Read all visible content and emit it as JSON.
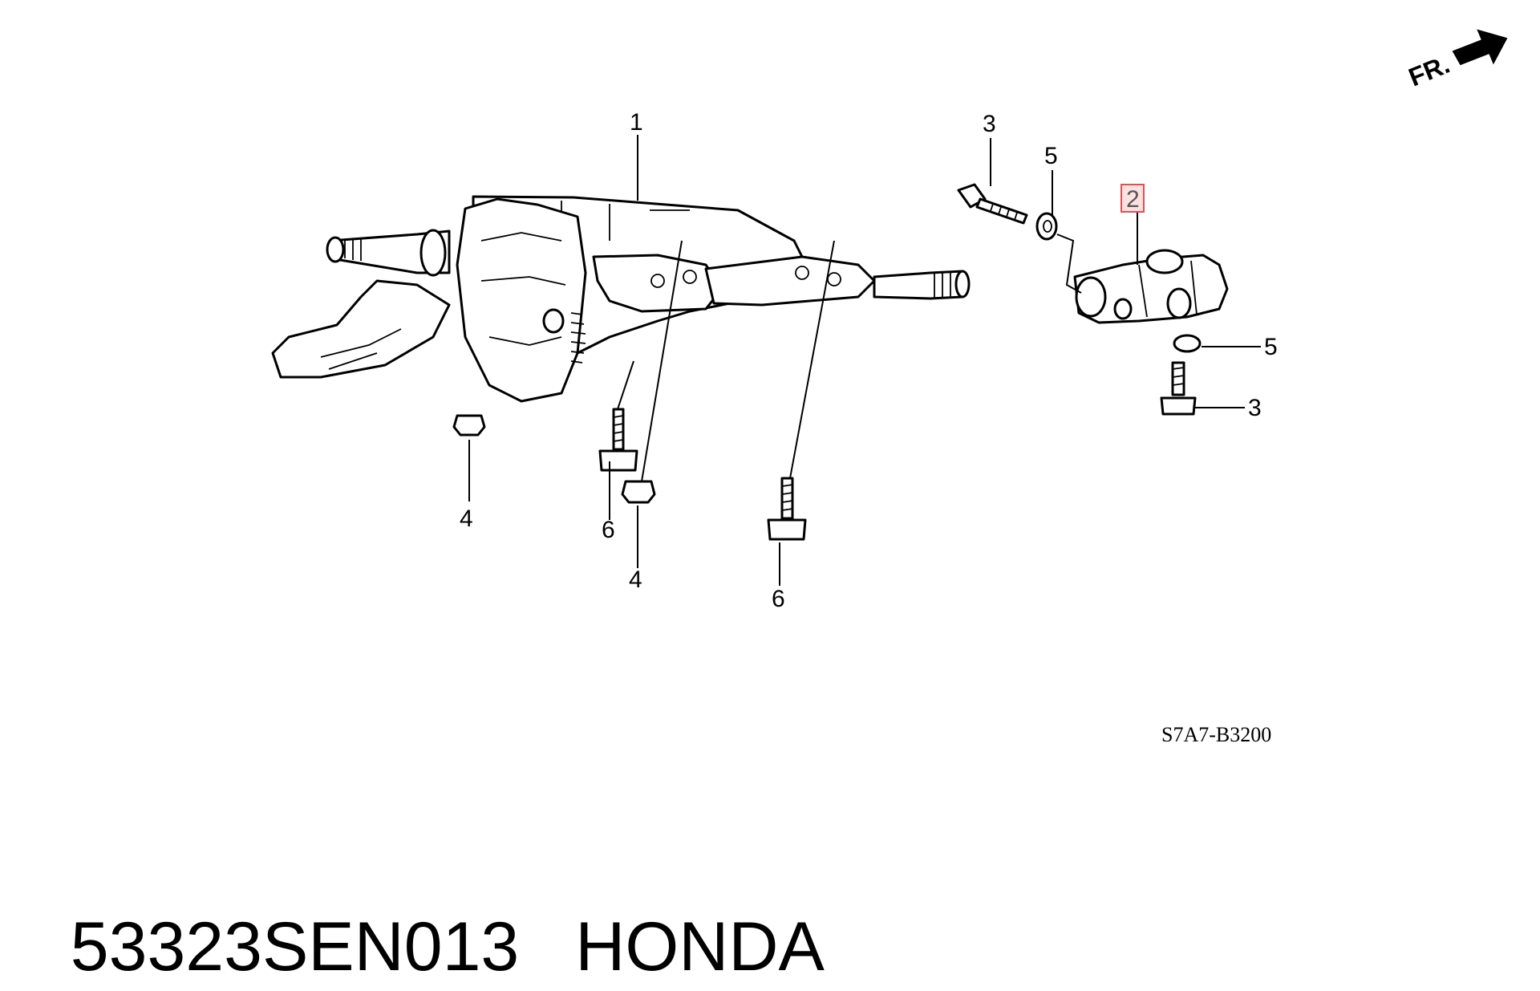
{
  "diagram": {
    "callouts": {
      "c1": "1",
      "c2": "2",
      "c3a": "3",
      "c3b": "3",
      "c4a": "4",
      "c4b": "4",
      "c5a": "5",
      "c5b": "5",
      "c6a": "6",
      "c6b": "6"
    },
    "direction_label": "FR.",
    "diagram_code": "S7A7-B3200",
    "highlight_color": "#e05050"
  },
  "footer": {
    "part_number": "53323SEN013",
    "brand": "HONDA"
  }
}
